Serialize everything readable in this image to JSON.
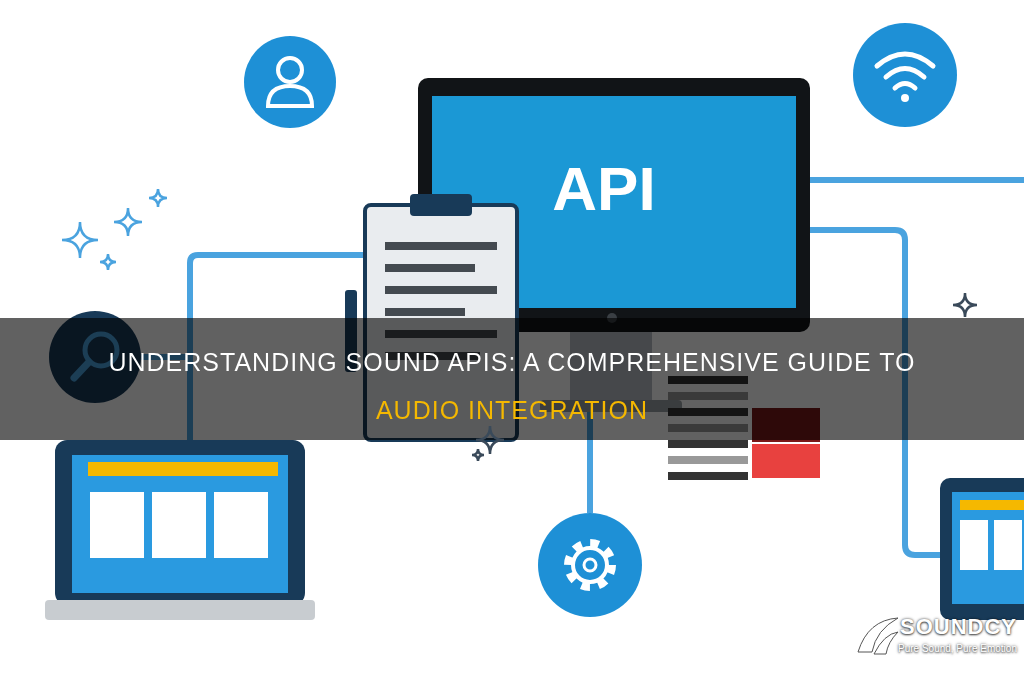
{
  "diagram": {
    "title": "UNDERSTANDING SOUND APIS: A COMPREHENSIVE GUIDE TO AUDIO INTEGRATION",
    "nodes": [
      {
        "text": [
          "API"
        ]
      }
    ],
    "labels": [
      "SOUNDCY",
      "Pure Sound, Pure Emotion"
    ]
  }
}
